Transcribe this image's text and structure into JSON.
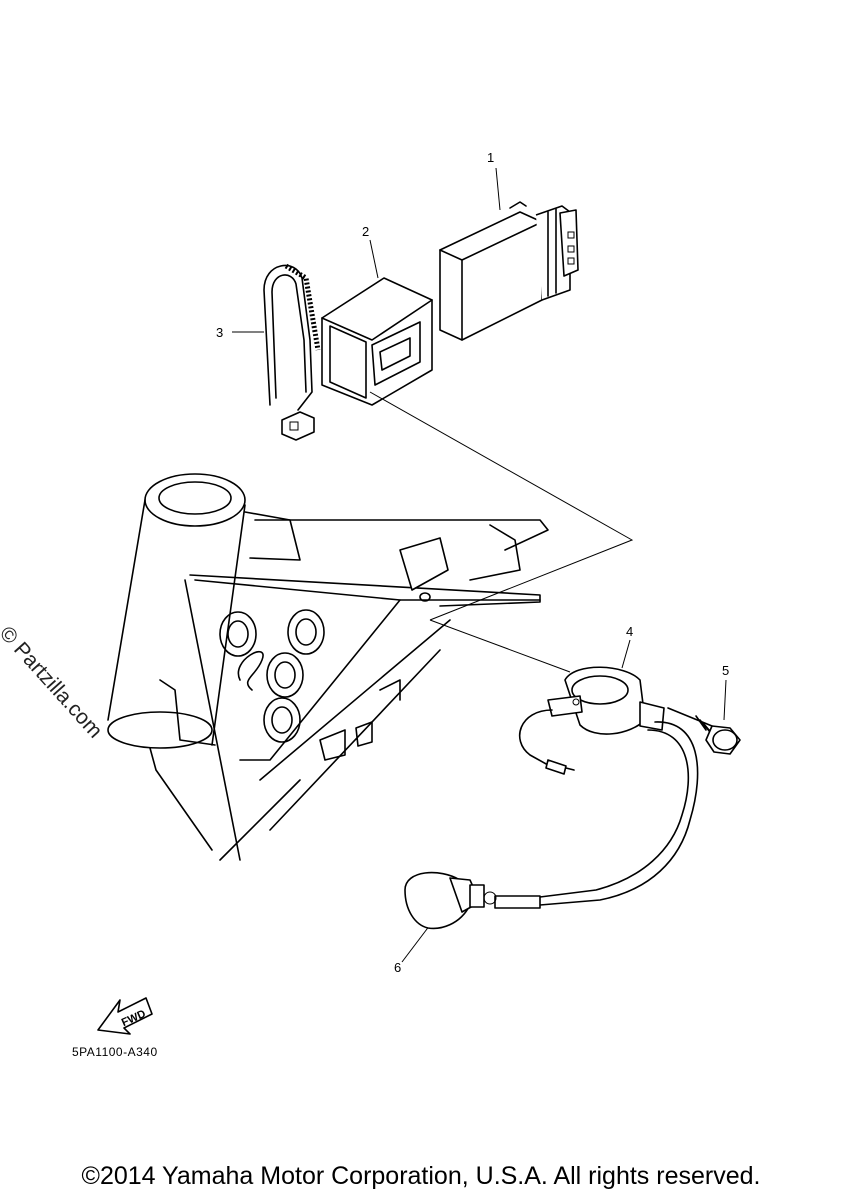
{
  "diagram": {
    "callouts": [
      "1",
      "2",
      "3",
      "4",
      "5",
      "6"
    ],
    "fwd_label": "FWD",
    "catalog_code": "5PA1100-A340",
    "watermark": "© Partzilla.com",
    "copyright": "©2014 Yamaha Motor Corporation, U.S.A. All rights reserved."
  }
}
